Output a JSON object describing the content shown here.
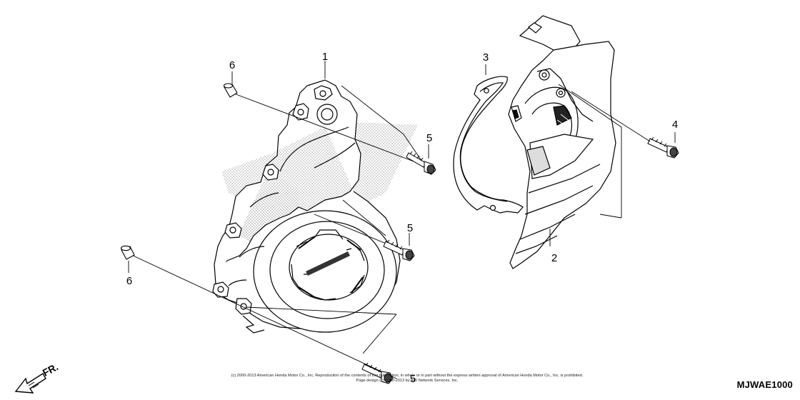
{
  "diagram": {
    "code": "MJWAE1000",
    "direction_label": "FR.",
    "callouts": [
      "1",
      "2",
      "3",
      "4",
      "5",
      "5",
      "5",
      "6",
      "6"
    ],
    "copyright_lines": [
      "(c) 2000-2013 American Honda Motor Co., Inc. Reproduction of the contents of this publication, in whole or in part without the express written approval of American Honda Motor Co., Inc. is prohibited.",
      "Page design (c) 2000-2013 by ARI Network Services, Inc."
    ]
  }
}
